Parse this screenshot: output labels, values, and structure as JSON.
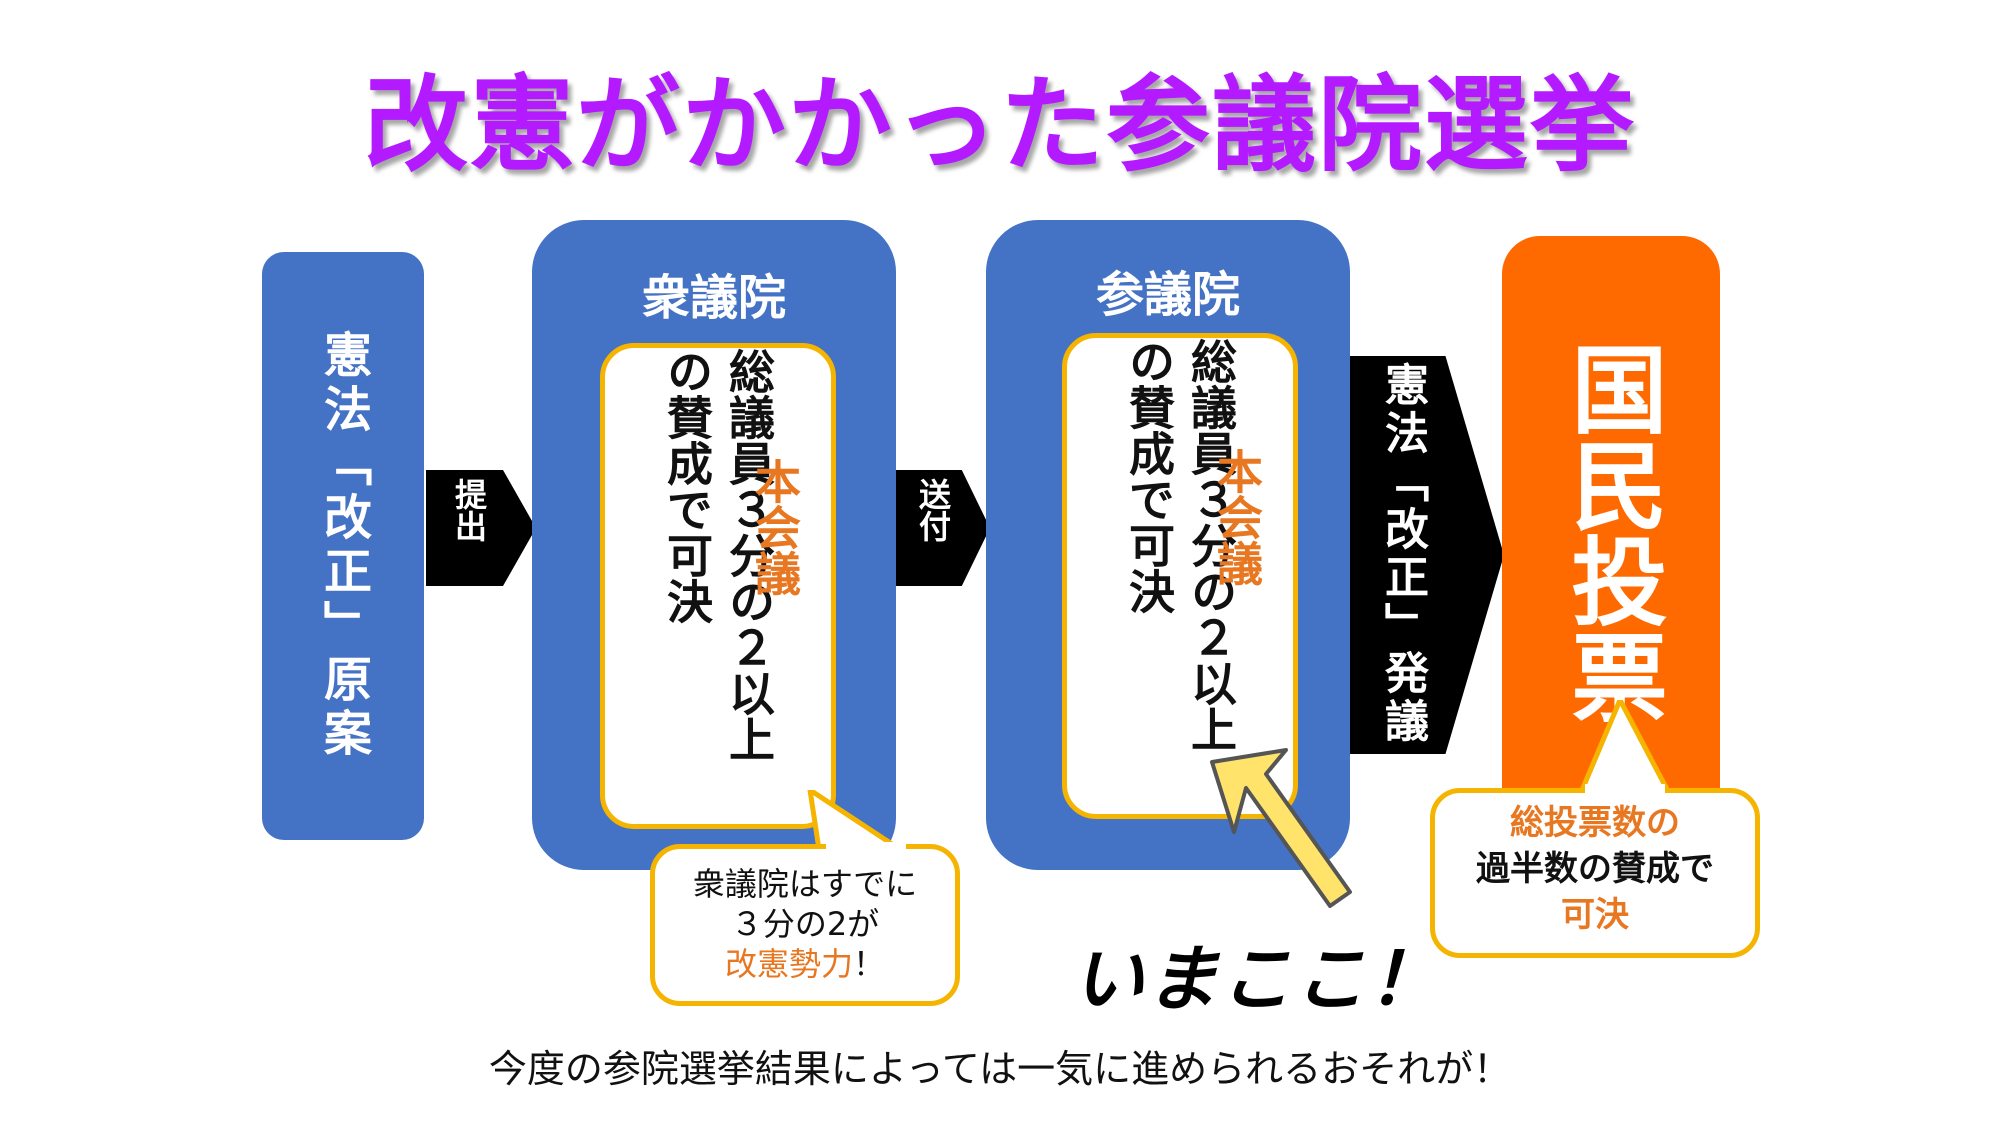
{
  "title": "改憲がかかった参議院選挙",
  "draft": {
    "label": "憲法「改正」原案"
  },
  "arrows": {
    "submit": "提出",
    "send": "送付",
    "initiate": "憲法「改正」発議"
  },
  "lower_house": {
    "title": "衆議院",
    "condition_col1": "総議員３分の２以上",
    "condition_col2": "の賛成で可決",
    "session": "本会議"
  },
  "upper_house": {
    "title": "参議院",
    "condition_col1": "総議員３分の２以上",
    "condition_col2": "の賛成で可決",
    "session": "本会議"
  },
  "referendum": {
    "label": "国民投票",
    "callout_line1": "総投票数の",
    "callout_line2": "過半数の賛成で",
    "callout_line3": "可決"
  },
  "lower_callout": {
    "line1": "衆議院はすでに",
    "line2": "３分の2が",
    "line3_highlight": "改憲勢力",
    "line3_suffix": "！"
  },
  "here": "いまここ！",
  "footer": "今度の参院選挙結果によっては一気に進められるおそれが！",
  "colors": {
    "title": "#b31aff",
    "blue": "#4472c4",
    "orange": "#ff6a00",
    "accent_text": "#e87722",
    "callout_border": "#f4b400"
  }
}
